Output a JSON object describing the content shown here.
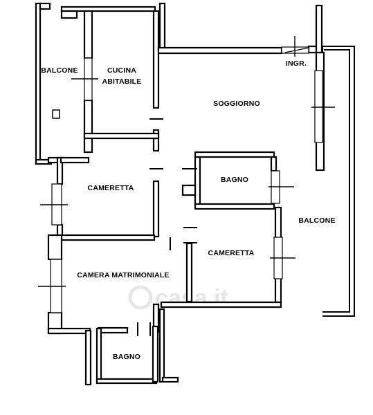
{
  "rooms": {
    "balcone_left": "BALCONE",
    "cucina_line1": "CUCINA",
    "cucina_line2": "ABITABILE",
    "ingresso": "INGR.",
    "soggiorno": "SOGGIORNO",
    "cameretta_1": "CAMERETTA",
    "bagno_1": "BAGNO",
    "balcone_right": "BALCONE",
    "cameretta_2": "CAMERETTA",
    "camera_matrimoniale": "CAMERA MATRIMONIALE",
    "bagno_2": "BAGNO"
  },
  "watermark": "casa.it",
  "colors": {
    "ink": "#000000",
    "watermark": "#e6e6e6"
  }
}
